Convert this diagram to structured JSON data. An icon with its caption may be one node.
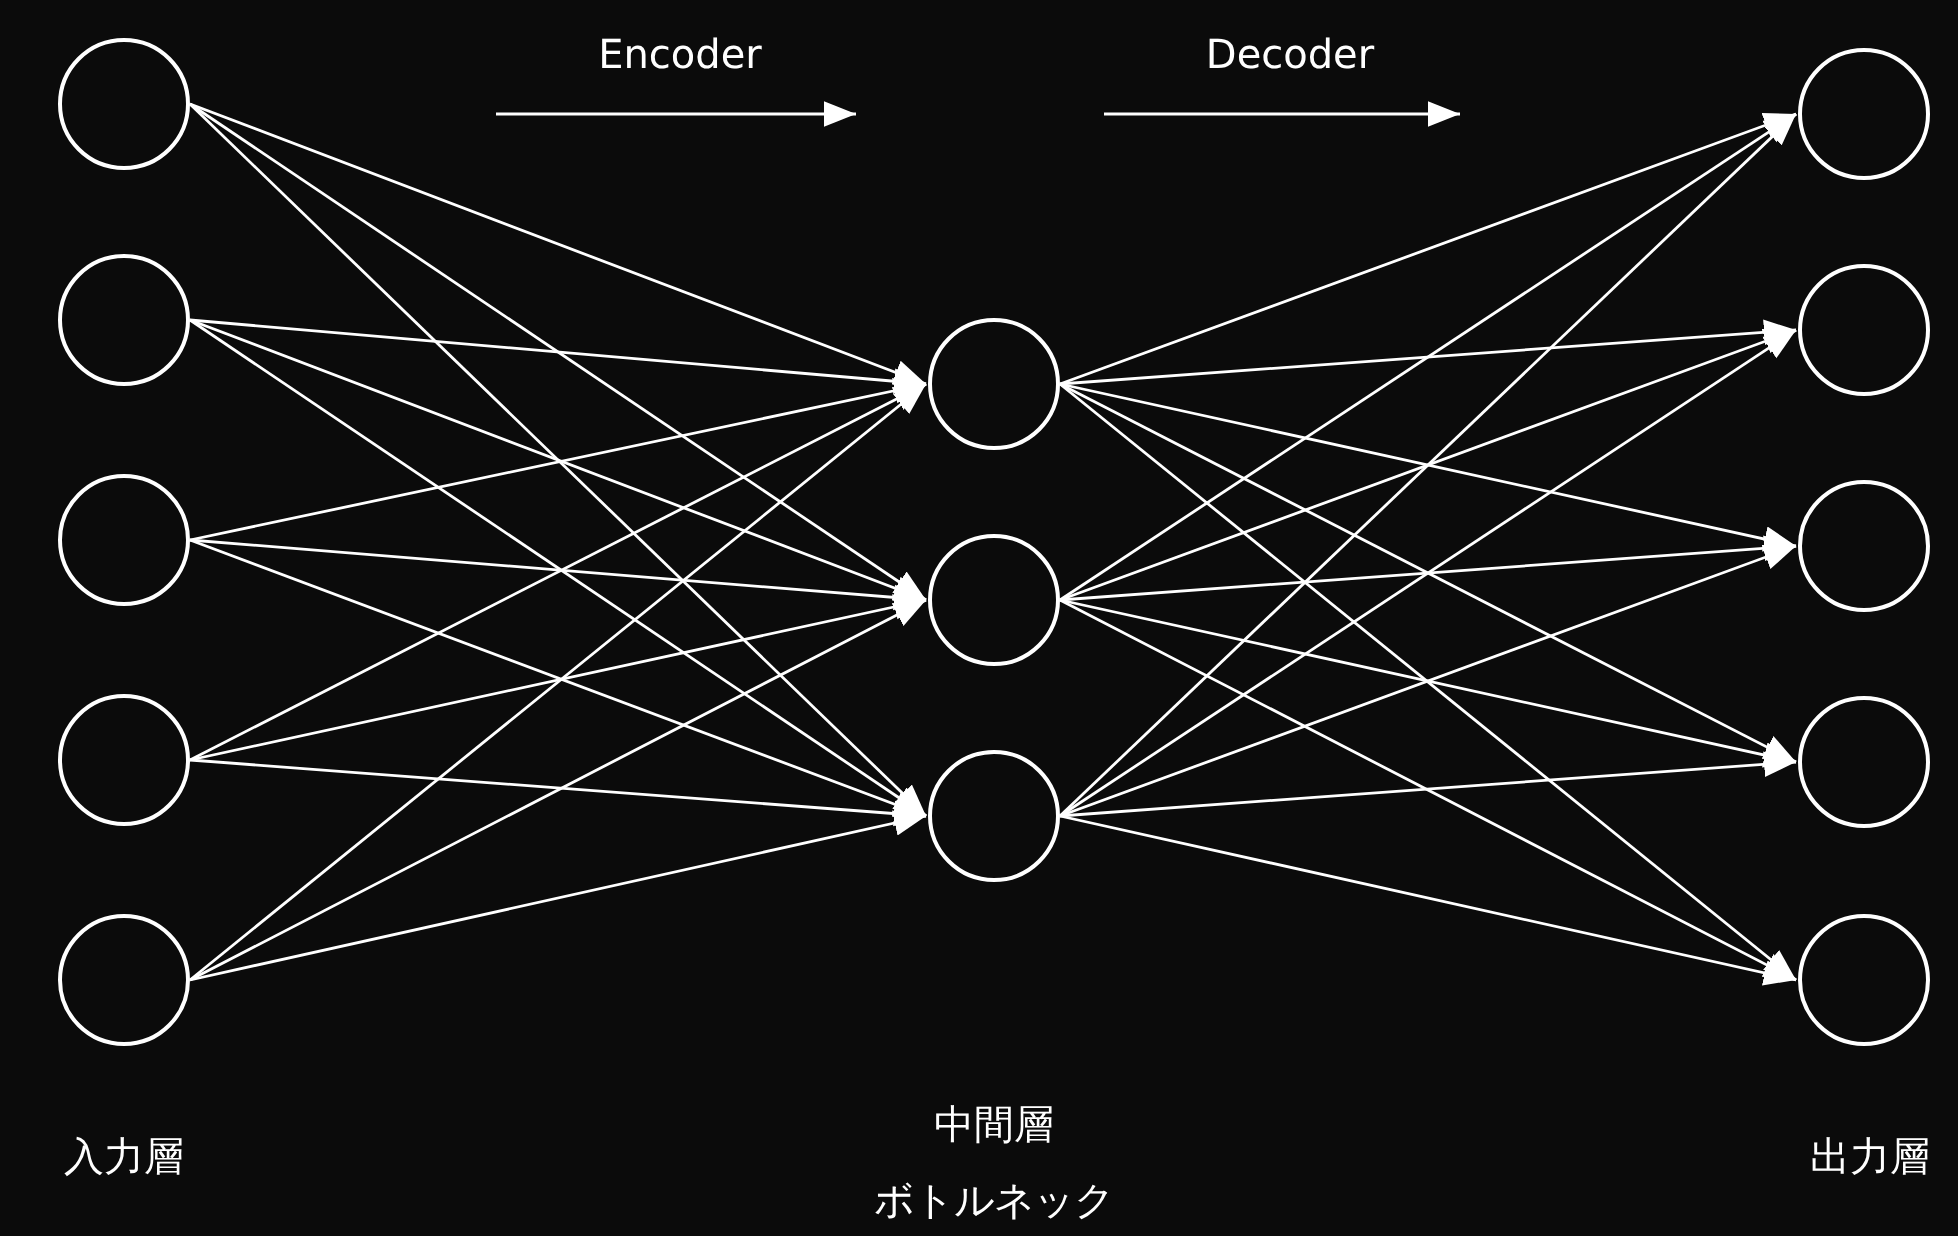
{
  "diagram": {
    "nodes": [
      {
        "text": [],
        "shape": "circle"
      },
      {
        "text": [],
        "shape": "circle"
      },
      {
        "text": [],
        "shape": "circle"
      },
      {
        "text": [],
        "shape": "circle"
      },
      {
        "text": [],
        "shape": "circle"
      },
      {
        "text": [],
        "shape": "circle"
      },
      {
        "text": [],
        "shape": "circle"
      },
      {
        "text": [],
        "shape": "circle"
      },
      {
        "text": [],
        "shape": "circle"
      },
      {
        "text": [],
        "shape": "circle"
      },
      {
        "text": [],
        "shape": "circle"
      },
      {
        "text": [],
        "shape": "circle"
      },
      {
        "text": [],
        "shape": "circle"
      }
    ],
    "edges": [
      {
        "from": 0,
        "to": 5,
        "arrow": "to"
      },
      {
        "from": 0,
        "to": 6,
        "arrow": "to"
      },
      {
        "from": 0,
        "to": 7,
        "arrow": "to"
      },
      {
        "from": 1,
        "to": 5,
        "arrow": "to"
      },
      {
        "from": 1,
        "to": 6,
        "arrow": "to"
      },
      {
        "from": 1,
        "to": 7,
        "arrow": "to"
      },
      {
        "from": 2,
        "to": 5,
        "arrow": "to"
      },
      {
        "from": 2,
        "to": 6,
        "arrow": "to"
      },
      {
        "from": 2,
        "to": 7,
        "arrow": "to"
      },
      {
        "from": 3,
        "to": 5,
        "arrow": "to"
      },
      {
        "from": 3,
        "to": 6,
        "arrow": "to"
      },
      {
        "from": 3,
        "to": 7,
        "arrow": "to"
      },
      {
        "from": 4,
        "to": 5,
        "arrow": "to"
      },
      {
        "from": 4,
        "to": 6,
        "arrow": "to"
      },
      {
        "from": 4,
        "to": 7,
        "arrow": "to"
      },
      {
        "from": 5,
        "to": 8,
        "arrow": "to"
      },
      {
        "from": 5,
        "to": 9,
        "arrow": "to"
      },
      {
        "from": 5,
        "to": 10,
        "arrow": "to"
      },
      {
        "from": 5,
        "to": 11,
        "arrow": "to"
      },
      {
        "from": 5,
        "to": 12,
        "arrow": "to"
      },
      {
        "from": 6,
        "to": 8,
        "arrow": "to"
      },
      {
        "from": 6,
        "to": 9,
        "arrow": "to"
      },
      {
        "from": 6,
        "to": 10,
        "arrow": "to"
      },
      {
        "from": 6,
        "to": 11,
        "arrow": "to"
      },
      {
        "from": 6,
        "to": 12,
        "arrow": "to"
      },
      {
        "from": 7,
        "to": 8,
        "arrow": "to"
      },
      {
        "from": 7,
        "to": 9,
        "arrow": "to"
      },
      {
        "from": 7,
        "to": 10,
        "arrow": "to"
      },
      {
        "from": 7,
        "to": 11,
        "arrow": "to"
      },
      {
        "from": 7,
        "to": 12,
        "arrow": "to"
      }
    ],
    "labels": [
      "Encoder",
      "Decoder",
      "中間層",
      "入力層",
      "出力層",
      "ボトルネック"
    ]
  }
}
